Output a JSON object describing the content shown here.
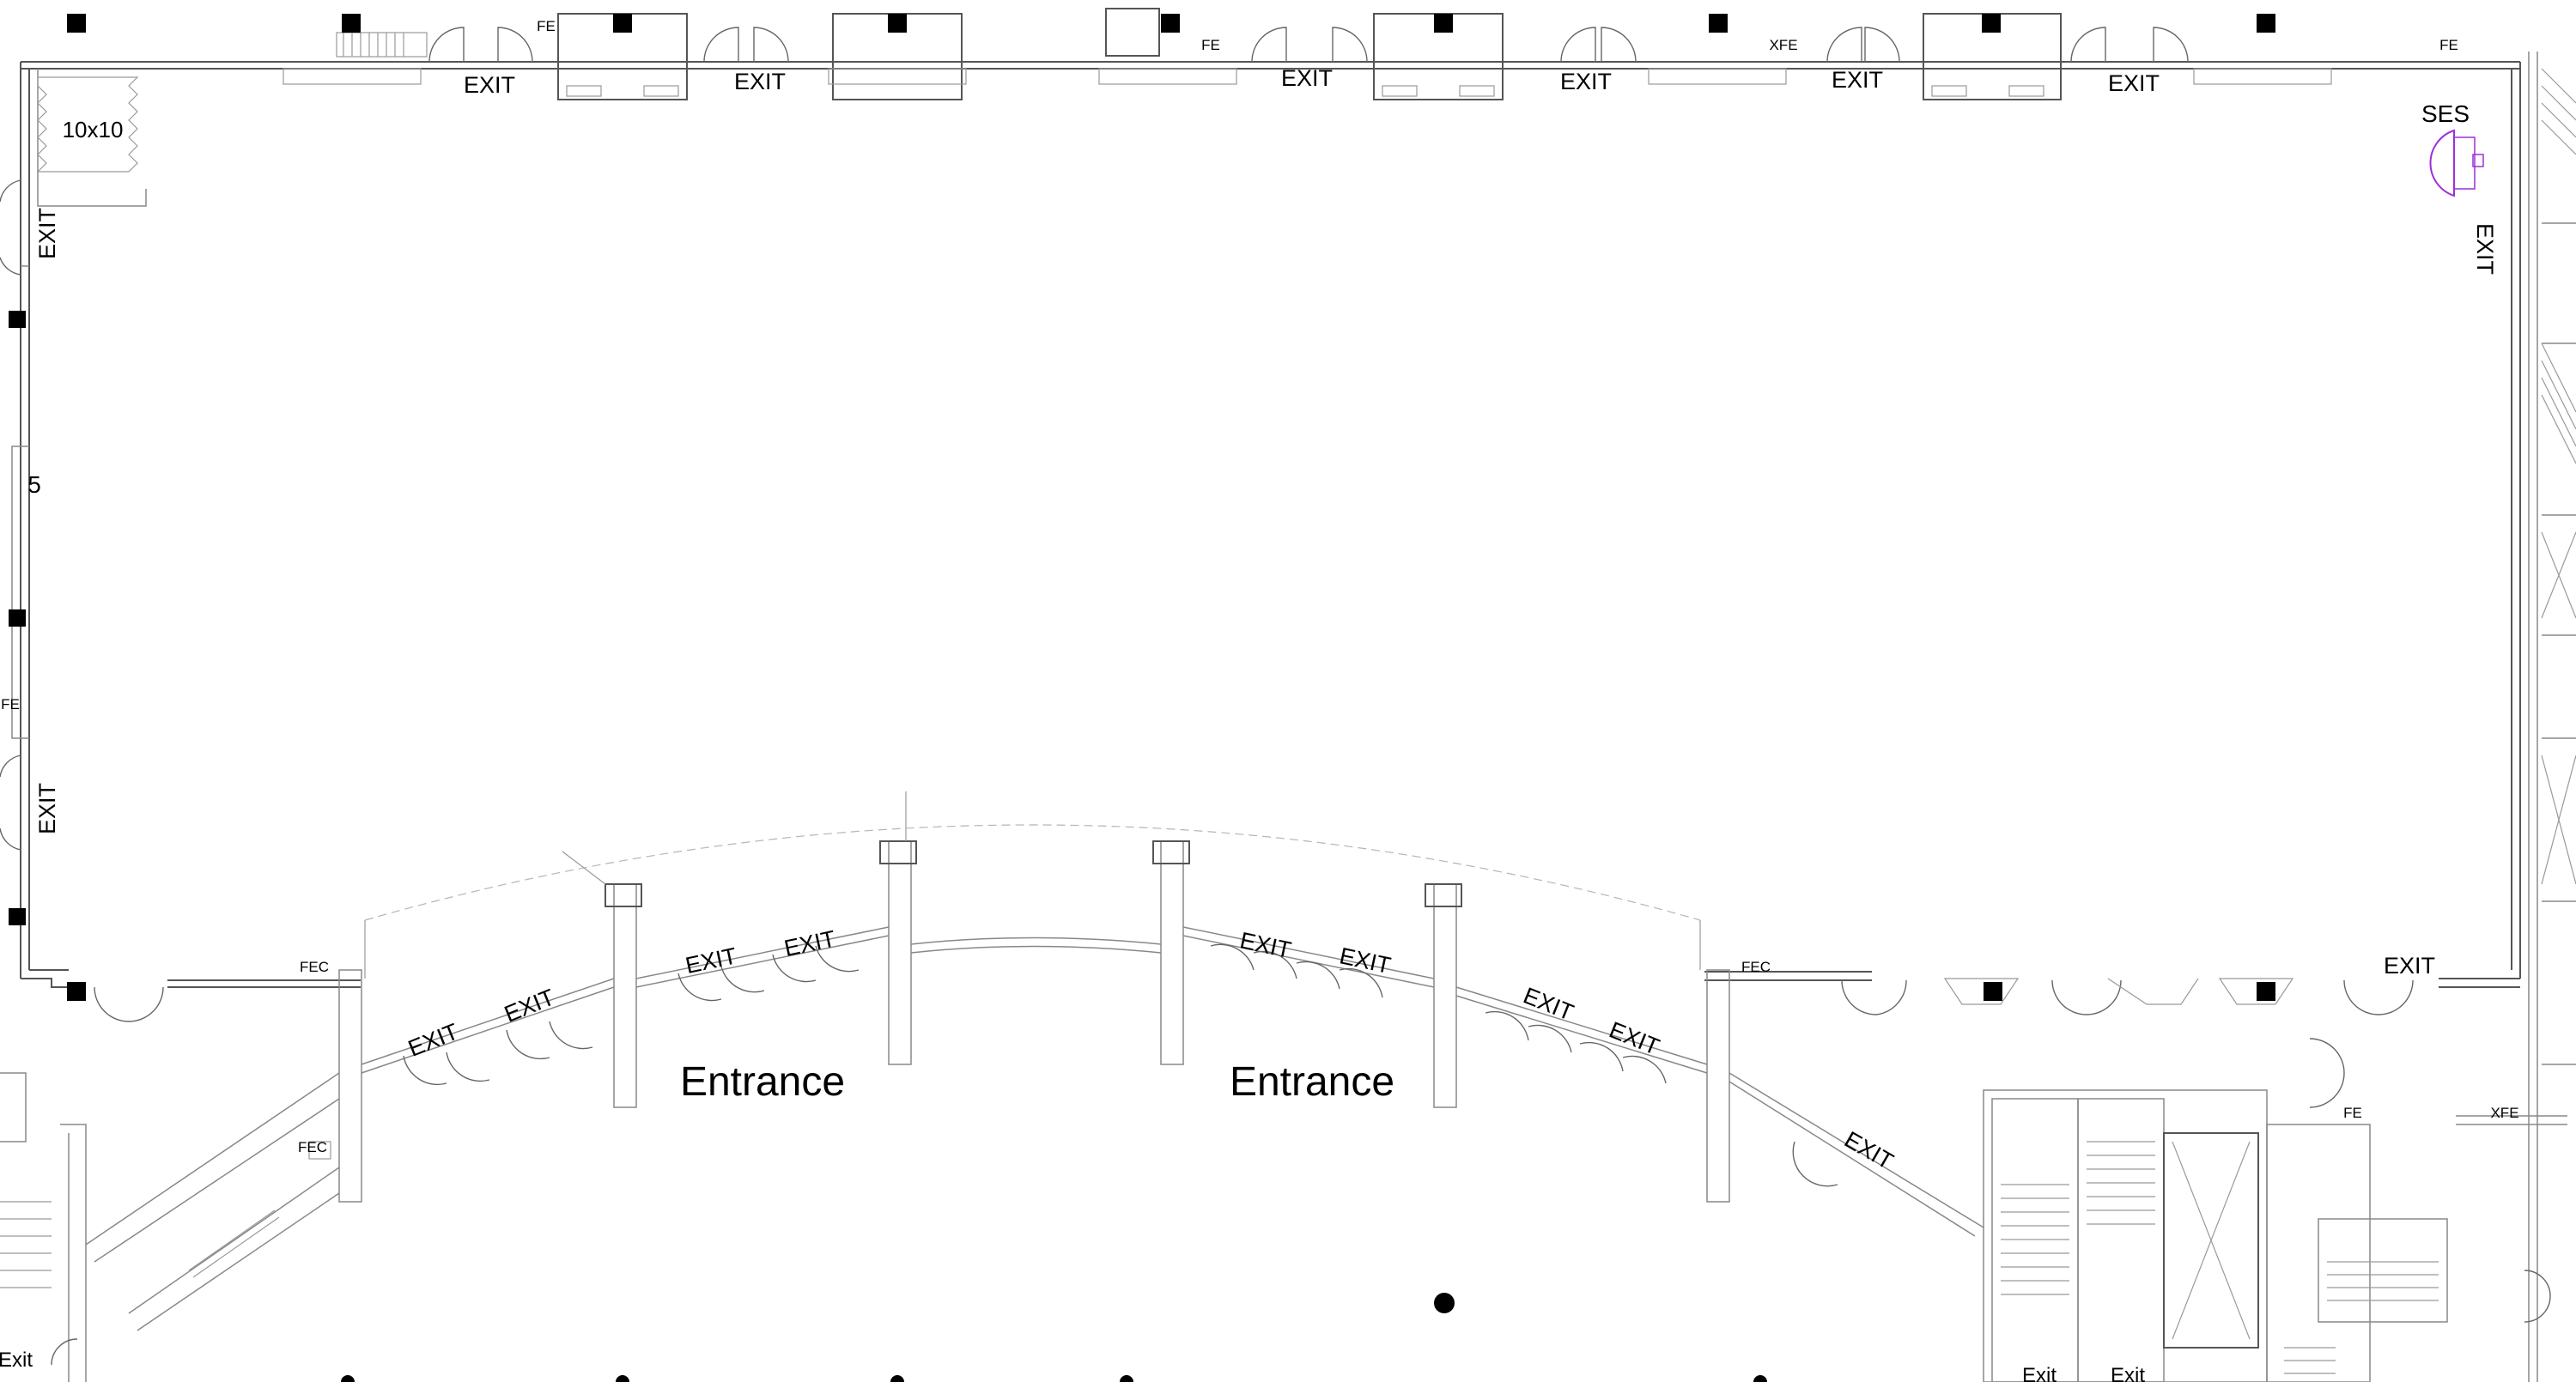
{
  "labels": {
    "exit": "EXIT",
    "exit_lower": "Exit",
    "entrance": "Entrance",
    "booth": "10x10",
    "ses": "SES",
    "fe": "FE",
    "xfe": "XFE",
    "fec": "FEC",
    "row_number": "5"
  },
  "colors": {
    "wall": "#555555",
    "column": "#000000",
    "ses_symbol": "#9b30d9",
    "dashed_line": "#b5b5b5"
  },
  "icons": {
    "column": "column-square-icon",
    "round_column": "column-round-icon",
    "door": "door-swing-icon",
    "stair": "stair-icon",
    "elevator": "elevator-icon",
    "ses": "ses-symbol-icon"
  }
}
